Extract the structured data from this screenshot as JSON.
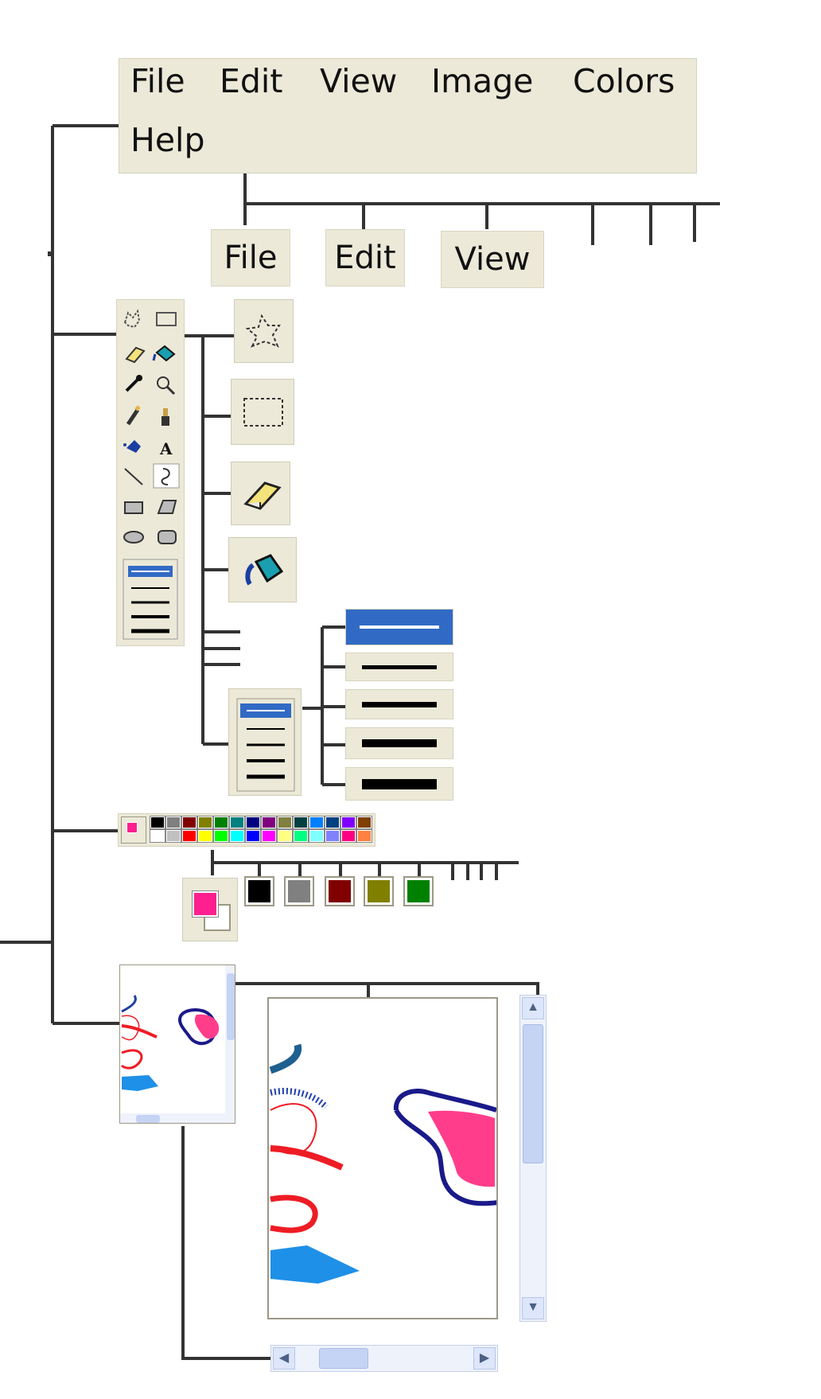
{
  "menu_bar": {
    "items": [
      {
        "label": "File"
      },
      {
        "label": "Edit"
      },
      {
        "label": "View"
      },
      {
        "label": "Image"
      },
      {
        "label": "Colors"
      },
      {
        "label": "Help"
      }
    ]
  },
  "sub_menus": [
    {
      "label": "File"
    },
    {
      "label": "Edit"
    },
    {
      "label": "View"
    }
  ],
  "toolbox": {
    "tools": [
      "free-select-icon",
      "rect-select-icon",
      "eraser-icon",
      "fill-icon",
      "picker-icon",
      "magnifier-icon",
      "pencil-icon",
      "brush-icon",
      "airbrush-icon",
      "text-icon",
      "line-icon",
      "curve-icon",
      "rectangle-icon",
      "polygon-icon",
      "ellipse-icon",
      "rounded-rect-icon"
    ],
    "expanded_tools": [
      "free-select-icon",
      "rect-select-icon",
      "eraser-icon",
      "fill-icon"
    ],
    "line_widths": [
      1,
      2,
      3,
      4,
      5
    ],
    "selected_line_width": 1
  },
  "palette": {
    "foreground": "#ff1f8f",
    "background": "#ffffff",
    "top_row": [
      "#000000",
      "#808080",
      "#800000",
      "#808000",
      "#008000",
      "#008080",
      "#000080",
      "#800080",
      "#808040",
      "#004040",
      "#0080ff",
      "#004080",
      "#8000ff",
      "#804000"
    ],
    "bottom_row": [
      "#ffffff",
      "#c0c0c0",
      "#ff0000",
      "#ffff00",
      "#00ff00",
      "#00ffff",
      "#0000ff",
      "#ff00ff",
      "#ffff80",
      "#00ff80",
      "#80ffff",
      "#8080ff",
      "#ff0080",
      "#ff8040"
    ],
    "expanded_swatches": [
      "#000000",
      "#808080",
      "#800000",
      "#808000",
      "#008000"
    ]
  },
  "canvas": {
    "stroke_colors": {
      "red": "#ee1c24",
      "blue": "#1f3f9f",
      "pink": "#ff3d8a",
      "navy": "#1a1a8a",
      "fill": "#1e90e8"
    }
  }
}
